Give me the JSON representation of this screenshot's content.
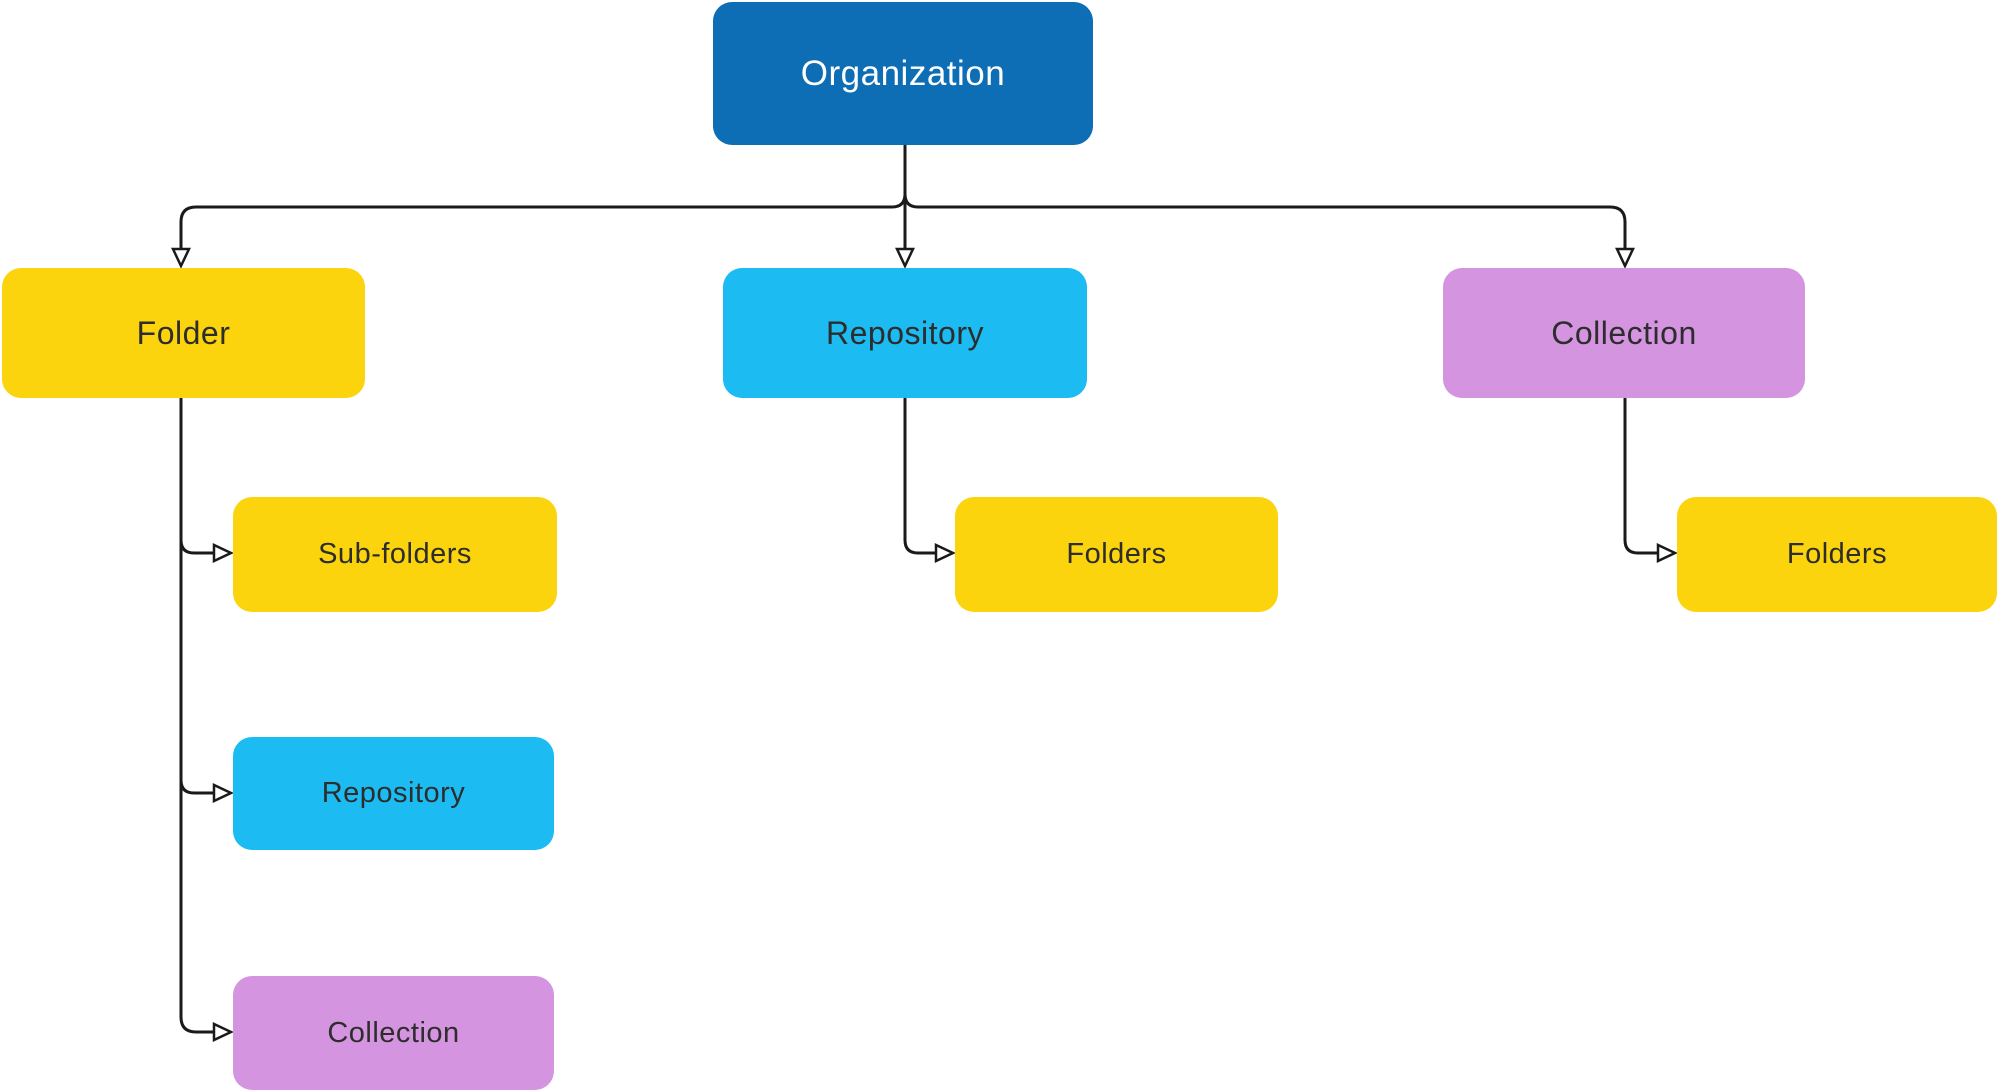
{
  "diagram": {
    "type": "hierarchy-flowchart",
    "background": "#ffffff",
    "connector_color": "#1a1a1a",
    "arrowhead_style": "hollow-triangle",
    "colors": {
      "organization_blue": "#0d6db5",
      "folder_yellow": "#fcd40e",
      "repository_cyan": "#1cbcf2",
      "collection_purple": "#d494e0",
      "text_dark": "#2d2d2d",
      "text_light": "#ffffff"
    },
    "nodes": {
      "organization": {
        "label": "Organization",
        "color": "#0d6db5"
      },
      "folder": {
        "label": "Folder",
        "color": "#fcd40e"
      },
      "repository": {
        "label": "Repository",
        "color": "#1cbcf2"
      },
      "collection": {
        "label": "Collection",
        "color": "#d494e0"
      },
      "folder_subfolders": {
        "label": "Sub-folders",
        "color": "#fcd40e"
      },
      "folder_repository": {
        "label": "Repository",
        "color": "#1cbcf2"
      },
      "folder_collection": {
        "label": "Collection",
        "color": "#d494e0"
      },
      "repository_folders": {
        "label": "Folders",
        "color": "#fcd40e"
      },
      "collection_folders": {
        "label": "Folders",
        "color": "#fcd40e"
      }
    },
    "hierarchy": [
      {
        "parent": "Organization",
        "children": [
          "Folder",
          "Repository",
          "Collection"
        ]
      },
      {
        "parent": "Folder",
        "children": [
          "Sub-folders",
          "Repository",
          "Collection"
        ]
      },
      {
        "parent": "Repository",
        "children": [
          "Folders"
        ]
      },
      {
        "parent": "Collection",
        "children": [
          "Folders"
        ]
      }
    ]
  }
}
